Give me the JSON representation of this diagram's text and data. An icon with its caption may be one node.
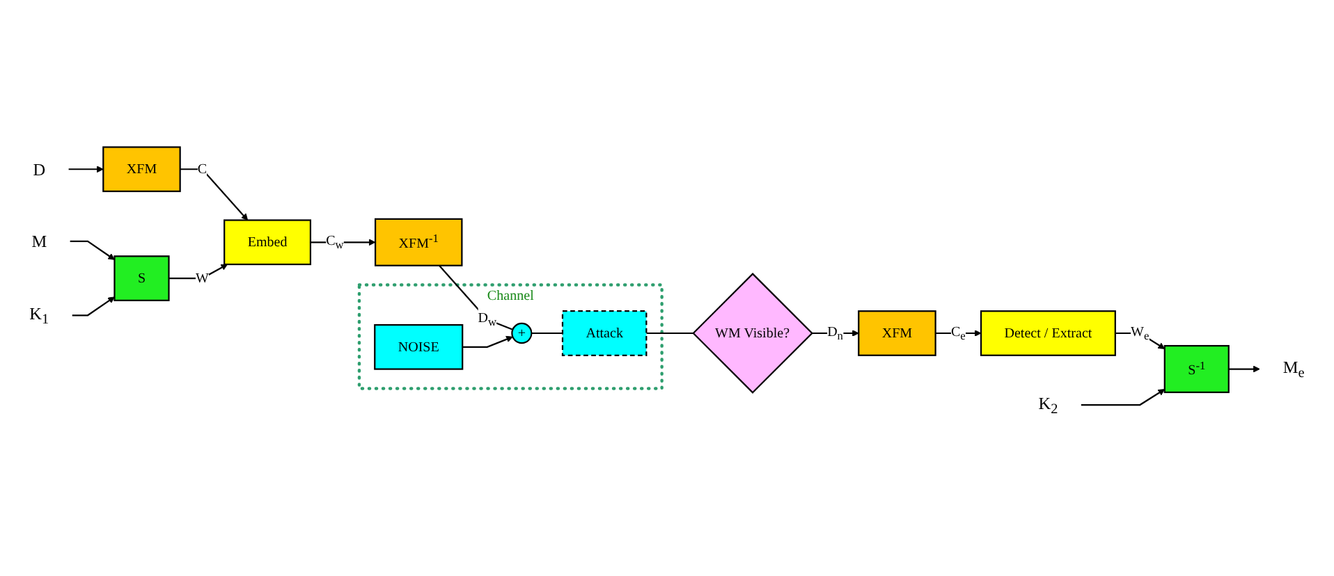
{
  "diagram": {
    "nodes": [
      {
        "text": [
          "D"
        ]
      },
      {
        "text": [
          "XFM"
        ]
      },
      {
        "text": [
          "Embed"
        ]
      },
      {
        "text": [
          "XFM$^{-1}$"
        ]
      },
      {
        "text": [
          "Channel"
        ]
      },
      {
        "text": [
          "+"
        ],
        "in": 4
      },
      {
        "text": [
          "NOISE"
        ],
        "in": 4
      },
      {
        "text": [
          "Attack"
        ],
        "in": 4
      },
      {
        "text": [
          "WM Visible?"
        ]
      },
      {
        "text": [
          "XFM"
        ]
      },
      {
        "text": [
          "Detect / Extract"
        ]
      },
      {
        "text": [
          "S$^{-1}$"
        ]
      },
      {
        "text": [
          "M$_{e}$"
        ]
      },
      {
        "text": [
          "K$_{2}$"
        ]
      },
      {
        "text": [
          "M"
        ]
      },
      {
        "text": [
          "S"
        ]
      },
      {
        "text": [
          "K$_{1}$"
        ]
      }
    ],
    "edges": [
      {
        "from": 0,
        "to": 1,
        "arrow": "to"
      },
      {
        "from": 1,
        "to": 2,
        "arrow": "to",
        "label": "C"
      },
      {
        "from": 14,
        "to": 15,
        "arrow": "to"
      },
      {
        "from": 16,
        "to": 15,
        "arrow": "to"
      },
      {
        "from": 15,
        "to": 2,
        "arrow": "to",
        "label": "W"
      },
      {
        "from": 2,
        "to": 3,
        "arrow": "to",
        "label": "C$_{w}$"
      },
      {
        "from": 3,
        "to": 5,
        "arrow": "none",
        "label": "D$_{w}$"
      },
      {
        "from": 6,
        "to": 5,
        "arrow": "to"
      },
      {
        "from": 5,
        "to": 7,
        "arrow": "none"
      },
      {
        "from": 7,
        "to": 8,
        "arrow": "none"
      },
      {
        "from": 8,
        "to": 9,
        "arrow": "to",
        "label": "D$_{n}$"
      },
      {
        "from": 9,
        "to": 10,
        "arrow": "to",
        "label": "C$_{e}$"
      },
      {
        "from": 10,
        "to": 11,
        "arrow": "to",
        "label": "W$_{e}$"
      },
      {
        "from": 11,
        "to": 12,
        "arrow": "to"
      },
      {
        "from": 13,
        "to": 11,
        "arrow": "to"
      }
    ]
  }
}
